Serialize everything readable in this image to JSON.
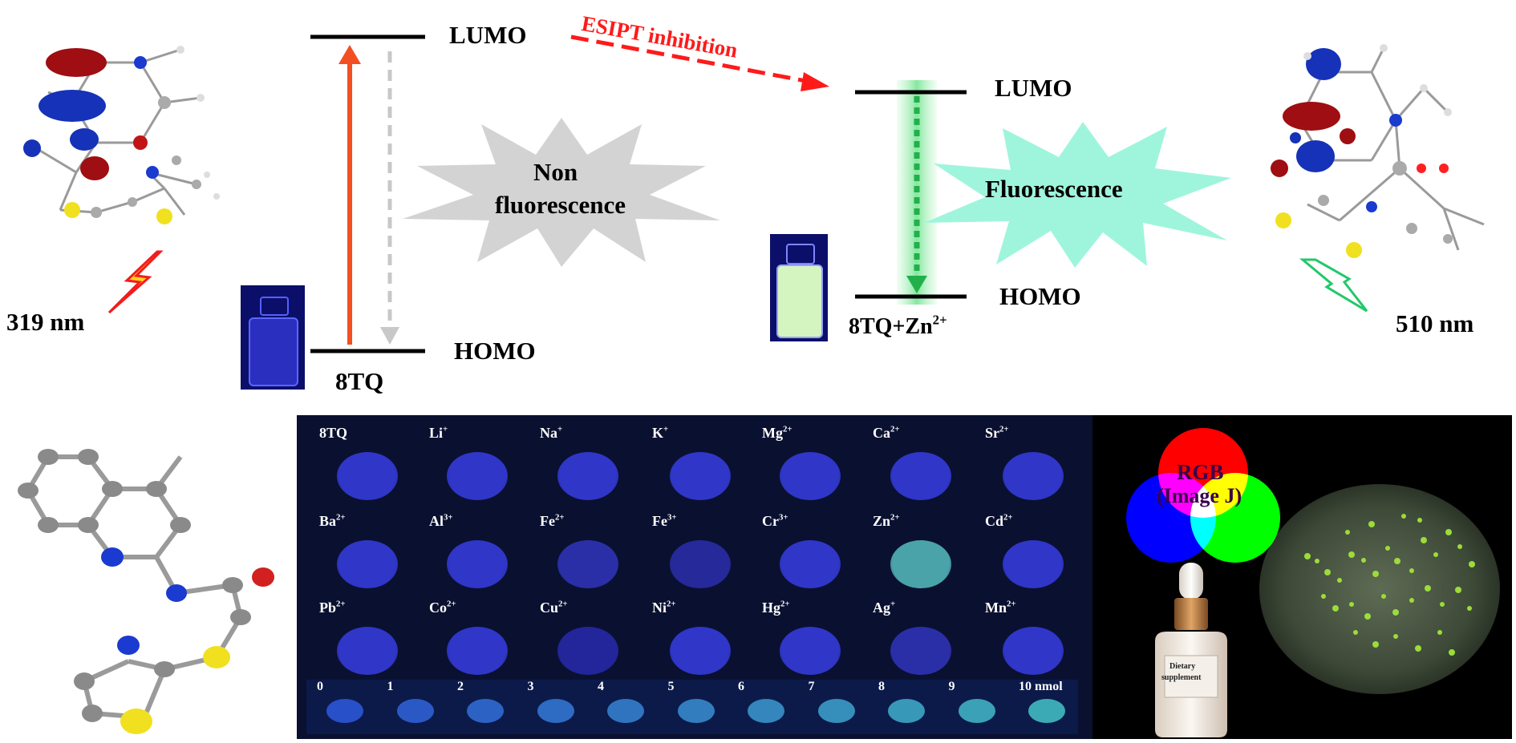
{
  "energy_left": {
    "lumo": "LUMO",
    "homo": "HOMO",
    "compound": "8TQ",
    "burst_line1": "Non",
    "burst_line2": "fluorescence",
    "excitation": "319 nm"
  },
  "transition_label": "ESIPT inhibition",
  "energy_right": {
    "lumo": "LUMO",
    "homo": "HOMO",
    "compound_base": "8TQ+Zn",
    "compound_charge": "2+",
    "burst": "Fluorescence",
    "emission": "510 nm"
  },
  "colors": {
    "excite_arrow": "#f25022",
    "relax_arrow_grey": "#c8c8c8",
    "emission_arrow": "#22b04a",
    "burst_grey": "#d3d3d3",
    "burst_teal": "#9ff5dc",
    "esipt_red": "#ff1a1a",
    "spot_blue": "#2f36c8",
    "spot_zn": "#4aa3a8",
    "panel_bg": "#0a1030"
  },
  "ion_grid": [
    [
      {
        "base": "8TQ",
        "charge": ""
      },
      {
        "base": "Li",
        "charge": "+"
      },
      {
        "base": "Na",
        "charge": "+"
      },
      {
        "base": "K",
        "charge": "+"
      },
      {
        "base": "Mg",
        "charge": "2+"
      },
      {
        "base": "Ca",
        "charge": "2+"
      },
      {
        "base": "Sr",
        "charge": "2+"
      }
    ],
    [
      {
        "base": "Ba",
        "charge": "2+"
      },
      {
        "base": "Al",
        "charge": "3+"
      },
      {
        "base": "Fe",
        "charge": "2+"
      },
      {
        "base": "Fe",
        "charge": "3+"
      },
      {
        "base": "Cr",
        "charge": "3+"
      },
      {
        "base": "Zn",
        "charge": "2+"
      },
      {
        "base": "Cd",
        "charge": "2+"
      }
    ],
    [
      {
        "base": "Pb",
        "charge": "2+"
      },
      {
        "base": "Co",
        "charge": "2+"
      },
      {
        "base": "Cu",
        "charge": "2+"
      },
      {
        "base": "Ni",
        "charge": "2+"
      },
      {
        "base": "Hg",
        "charge": "2+"
      },
      {
        "base": "Ag",
        "charge": "+"
      },
      {
        "base": "Mn",
        "charge": "2+"
      }
    ]
  ],
  "concentration_labels": [
    "0",
    "1",
    "2",
    "3",
    "4",
    "5",
    "6",
    "7",
    "8",
    "9",
    "10 nmol"
  ],
  "rgb_label_line1": "RGB",
  "rgb_label_line2": "(Image J)",
  "bottle_label_line1": "Dietary",
  "bottle_label_line2": "supplement"
}
